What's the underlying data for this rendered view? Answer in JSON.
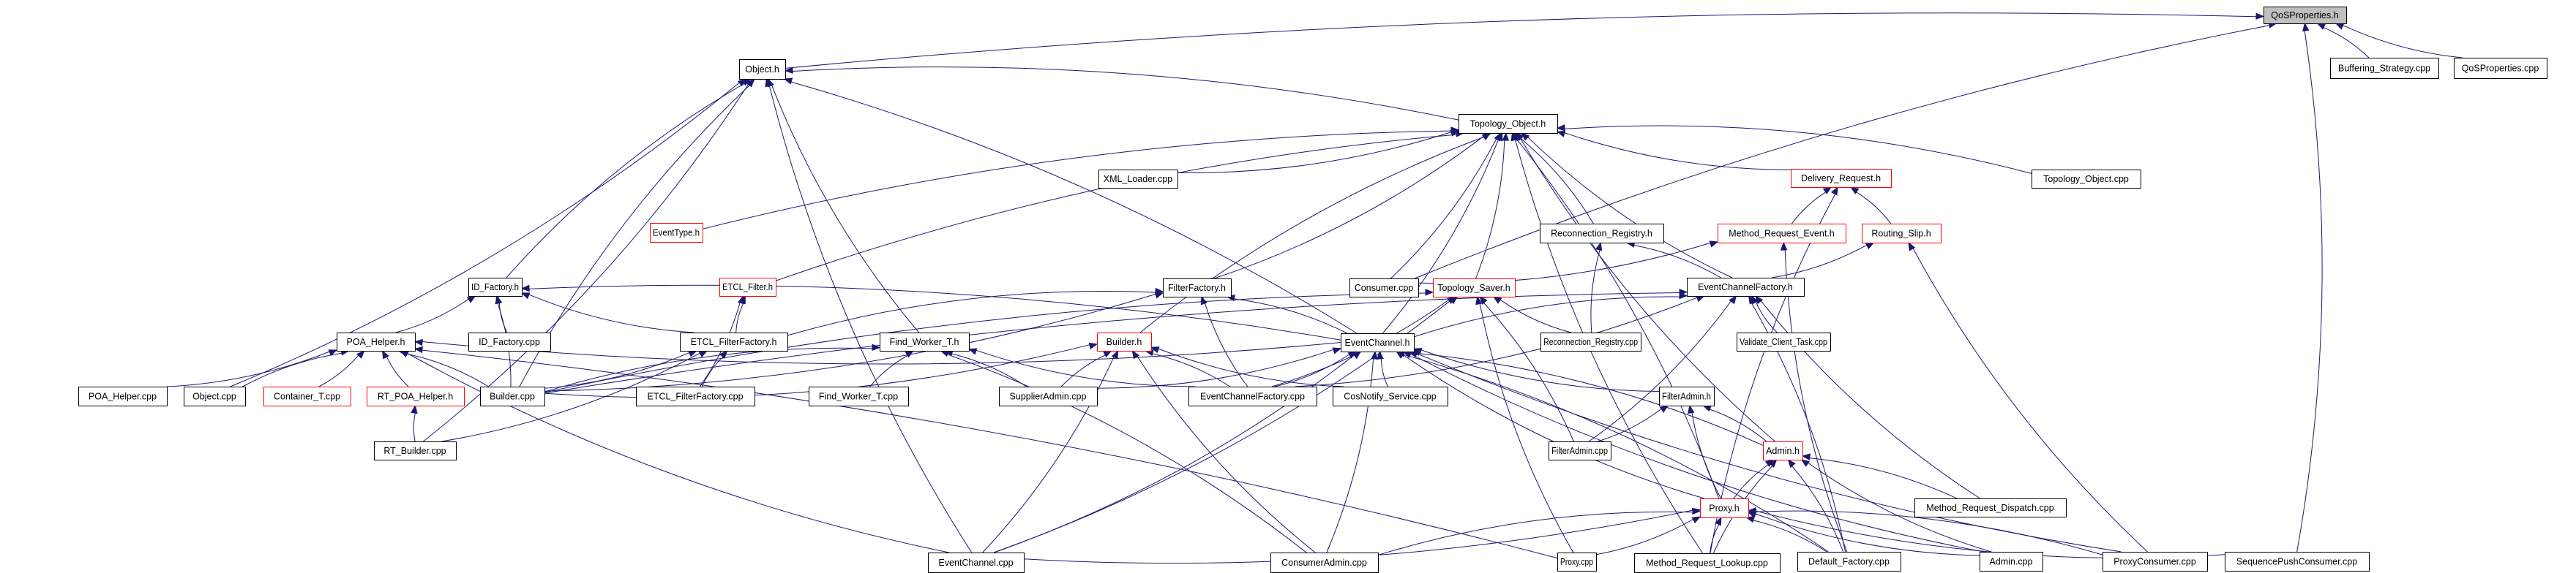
{
  "diagram": {
    "type": "include-dependency-graph",
    "colors": {
      "edge": "#191970",
      "root_fill": "#bfbfbf",
      "node_border": "#000000",
      "truncated_border": "#ff0000",
      "background": "#ffffff"
    },
    "root": "QoSProperties.h",
    "nodes": [
      {
        "id": "qosprop_h",
        "label": "QoSProperties.h",
        "style": "root"
      },
      {
        "id": "buffering_cpp",
        "label": "Buffering_Strategy.cpp",
        "style": "normal"
      },
      {
        "id": "qosprop_cpp",
        "label": "QoSProperties.cpp",
        "style": "normal"
      },
      {
        "id": "object_h",
        "label": "Object.h",
        "style": "normal"
      },
      {
        "id": "topobj_h",
        "label": "Topology_Object.h",
        "style": "normal"
      },
      {
        "id": "xml_loader_cpp",
        "label": "XML_Loader.cpp",
        "style": "normal"
      },
      {
        "id": "delivery_h",
        "label": "Delivery_Request.h",
        "style": "truncated"
      },
      {
        "id": "topobj_cpp",
        "label": "Topology_Object.cpp",
        "style": "normal"
      },
      {
        "id": "eventtype_h",
        "label": "EventType.h",
        "style": "truncated"
      },
      {
        "id": "reconn_h",
        "label": "Reconnection_Registry.h",
        "style": "normal"
      },
      {
        "id": "mre_h",
        "label": "Method_Request_Event.h",
        "style": "truncated"
      },
      {
        "id": "routing_h",
        "label": "Routing_Slip.h",
        "style": "truncated"
      },
      {
        "id": "idfactory_h",
        "label": "ID_Factory.h",
        "style": "normal"
      },
      {
        "id": "etclfilter_h",
        "label": "ETCL_Filter.h",
        "style": "truncated"
      },
      {
        "id": "filterfactory_h",
        "label": "FilterFactory.h",
        "style": "normal"
      },
      {
        "id": "consumer_cpp",
        "label": "Consumer.cpp",
        "style": "normal"
      },
      {
        "id": "toposaver_h",
        "label": "Topology_Saver.h",
        "style": "truncated"
      },
      {
        "id": "ecfactory_h",
        "label": "EventChannelFactory.h",
        "style": "normal"
      },
      {
        "id": "poahelper_h",
        "label": "POA_Helper.h",
        "style": "normal"
      },
      {
        "id": "idfactory_cpp",
        "label": "ID_Factory.cpp",
        "style": "normal"
      },
      {
        "id": "etclff_h",
        "label": "ETCL_FilterFactory.h",
        "style": "normal"
      },
      {
        "id": "findworker_h",
        "label": "Find_Worker_T.h",
        "style": "normal"
      },
      {
        "id": "builder_h",
        "label": "Builder.h",
        "style": "truncated"
      },
      {
        "id": "eventchannel_h",
        "label": "EventChannel.h",
        "style": "normal"
      },
      {
        "id": "reconn_cpp",
        "label": "Reconnection_Registry.cpp",
        "style": "normal"
      },
      {
        "id": "validate_cpp",
        "label": "Validate_Client_Task.cpp",
        "style": "normal"
      },
      {
        "id": "poahelper_cpp",
        "label": "POA_Helper.cpp",
        "style": "normal"
      },
      {
        "id": "object_cpp",
        "label": "Object.cpp",
        "style": "normal"
      },
      {
        "id": "container_cpp",
        "label": "Container_T.cpp",
        "style": "truncated"
      },
      {
        "id": "rtpoa_h",
        "label": "RT_POA_Helper.h",
        "style": "truncated"
      },
      {
        "id": "builder_cpp",
        "label": "Builder.cpp",
        "style": "normal"
      },
      {
        "id": "etclff_cpp",
        "label": "ETCL_FilterFactory.cpp",
        "style": "normal"
      },
      {
        "id": "findworker_cpp",
        "label": "Find_Worker_T.cpp",
        "style": "normal"
      },
      {
        "id": "supplieradmin_cpp",
        "label": "SupplierAdmin.cpp",
        "style": "normal"
      },
      {
        "id": "ecfactory_cpp",
        "label": "EventChannelFactory.cpp",
        "style": "normal"
      },
      {
        "id": "cosnotify_cpp",
        "label": "CosNotify_Service.cpp",
        "style": "normal"
      },
      {
        "id": "filteradmin_h",
        "label": "FilterAdmin.h",
        "style": "normal"
      },
      {
        "id": "rtbuilder_cpp",
        "label": "RT_Builder.cpp",
        "style": "normal"
      },
      {
        "id": "filteradmin_cpp",
        "label": "FilterAdmin.cpp",
        "style": "normal"
      },
      {
        "id": "admin_h",
        "label": "Admin.h",
        "style": "truncated"
      },
      {
        "id": "proxy_h",
        "label": "Proxy.h",
        "style": "truncated"
      },
      {
        "id": "mrd_cpp",
        "label": "Method_Request_Dispatch.cpp",
        "style": "normal"
      },
      {
        "id": "eventchannel_cpp",
        "label": "EventChannel.cpp",
        "style": "normal"
      },
      {
        "id": "consumeradmin_cpp",
        "label": "ConsumerAdmin.cpp",
        "style": "normal"
      },
      {
        "id": "proxy_cpp",
        "label": "Proxy.cpp",
        "style": "normal"
      },
      {
        "id": "mrl_cpp",
        "label": "Method_Request_Lookup.cpp",
        "style": "normal"
      },
      {
        "id": "defaultfactory_cpp",
        "label": "Default_Factory.cpp",
        "style": "normal"
      },
      {
        "id": "admin_cpp",
        "label": "Admin.cpp",
        "style": "normal"
      },
      {
        "id": "proxyconsumer_cpp",
        "label": "ProxyConsumer.cpp",
        "style": "normal"
      },
      {
        "id": "spc_cpp",
        "label": "SequencePushConsumer.cpp",
        "style": "normal"
      }
    ],
    "edges": [
      [
        "object_h",
        "qosprop_h"
      ],
      [
        "buffering_cpp",
        "qosprop_h"
      ],
      [
        "qosprop_cpp",
        "qosprop_h"
      ],
      [
        "spc_cpp",
        "qosprop_h"
      ],
      [
        "consumer_cpp",
        "qosprop_h"
      ],
      [
        "topobj_h",
        "object_h"
      ],
      [
        "idfactory_h",
        "object_h"
      ],
      [
        "object_cpp",
        "object_h"
      ],
      [
        "builder_cpp",
        "object_h"
      ],
      [
        "rtbuilder_cpp",
        "object_h"
      ],
      [
        "findworker_h",
        "object_h"
      ],
      [
        "eventchannel_h",
        "object_h"
      ],
      [
        "eventchannel_cpp",
        "object_h"
      ],
      [
        "xml_loader_cpp",
        "topobj_h"
      ],
      [
        "delivery_h",
        "topobj_h"
      ],
      [
        "topobj_cpp",
        "topobj_h"
      ],
      [
        "eventtype_h",
        "topobj_h"
      ],
      [
        "reconn_h",
        "topobj_h"
      ],
      [
        "ecfactory_h",
        "topobj_h"
      ],
      [
        "toposaver_h",
        "topobj_h"
      ],
      [
        "etclfilter_h",
        "topobj_h"
      ],
      [
        "filterfactory_h",
        "topobj_h"
      ],
      [
        "builder_h",
        "topobj_h"
      ],
      [
        "eventchannel_h",
        "topobj_h"
      ],
      [
        "admin_h",
        "topobj_h"
      ],
      [
        "proxy_h",
        "topobj_h"
      ],
      [
        "mrl_cpp",
        "topobj_h"
      ],
      [
        "consumer_cpp",
        "topobj_h"
      ],
      [
        "mre_h",
        "delivery_h"
      ],
      [
        "routing_h",
        "delivery_h"
      ],
      [
        "mrl_cpp",
        "delivery_h"
      ],
      [
        "ecfactory_h",
        "reconn_h"
      ],
      [
        "reconn_cpp",
        "reconn_h"
      ],
      [
        "consumer_cpp",
        "mre_h"
      ],
      [
        "defaultfactory_cpp",
        "mre_h"
      ],
      [
        "ecfactory_h",
        "routing_h"
      ],
      [
        "proxyconsumer_cpp",
        "routing_h"
      ],
      [
        "poahelper_h",
        "idfactory_h"
      ],
      [
        "idfactory_cpp",
        "idfactory_h"
      ],
      [
        "builder_cpp",
        "idfactory_h"
      ],
      [
        "etclff_h",
        "idfactory_h"
      ],
      [
        "eventchannel_h",
        "idfactory_h"
      ],
      [
        "etclff_h",
        "etclfilter_h"
      ],
      [
        "etclff_cpp",
        "etclfilter_h"
      ],
      [
        "etclff_h",
        "filterfactory_h"
      ],
      [
        "builder_cpp",
        "filterfactory_h"
      ],
      [
        "ecfactory_cpp",
        "filterfactory_h"
      ],
      [
        "eventchannel_h",
        "filterfactory_h"
      ],
      [
        "builder_cpp",
        "toposaver_h"
      ],
      [
        "ecfactory_cpp",
        "toposaver_h"
      ],
      [
        "reconn_cpp",
        "toposaver_h"
      ],
      [
        "filteradmin_cpp",
        "toposaver_h"
      ],
      [
        "proxy_cpp",
        "toposaver_h"
      ],
      [
        "eventchannel_cpp",
        "toposaver_h"
      ],
      [
        "eventchannel_h",
        "ecfactory_h"
      ],
      [
        "ecfactory_cpp",
        "ecfactory_h"
      ],
      [
        "validate_cpp",
        "ecfactory_h"
      ],
      [
        "filteradmin_cpp",
        "ecfactory_h"
      ],
      [
        "builder_cpp",
        "ecfactory_h"
      ],
      [
        "defaultfactory_cpp",
        "ecfactory_h"
      ],
      [
        "mrd_cpp",
        "ecfactory_h"
      ],
      [
        "poahelper_cpp",
        "poahelper_h"
      ],
      [
        "object_cpp",
        "poahelper_h"
      ],
      [
        "container_cpp",
        "poahelper_h"
      ],
      [
        "rtpoa_h",
        "poahelper_h"
      ],
      [
        "builder_cpp",
        "poahelper_h"
      ],
      [
        "eventchannel_cpp",
        "poahelper_h"
      ],
      [
        "proxy_cpp",
        "poahelper_h"
      ],
      [
        "eventchannel_h",
        "poahelper_h"
      ],
      [
        "builder_cpp",
        "etclff_h"
      ],
      [
        "etclff_cpp",
        "etclff_h"
      ],
      [
        "rtbuilder_cpp",
        "etclff_h"
      ],
      [
        "findworker_cpp",
        "findworker_h"
      ],
      [
        "supplieradmin_cpp",
        "findworker_h"
      ],
      [
        "ecfactory_cpp",
        "findworker_h"
      ],
      [
        "consumeradmin_cpp",
        "findworker_h"
      ],
      [
        "builder_cpp",
        "findworker_h"
      ],
      [
        "builder_cpp",
        "builder_h"
      ],
      [
        "supplieradmin_cpp",
        "builder_h"
      ],
      [
        "ecfactory_cpp",
        "builder_h"
      ],
      [
        "cosnotify_cpp",
        "builder_h"
      ],
      [
        "eventchannel_cpp",
        "builder_h"
      ],
      [
        "consumeradmin_cpp",
        "builder_h"
      ],
      [
        "ecfactory_cpp",
        "eventchannel_h"
      ],
      [
        "cosnotify_cpp",
        "eventchannel_h"
      ],
      [
        "supplieradmin_cpp",
        "eventchannel_h"
      ],
      [
        "filteradmin_h",
        "eventchannel_h"
      ],
      [
        "admin_h",
        "eventchannel_h"
      ],
      [
        "proxy_h",
        "eventchannel_h"
      ],
      [
        "consumeradmin_cpp",
        "eventchannel_h"
      ],
      [
        "admin_cpp",
        "eventchannel_h"
      ],
      [
        "defaultfactory_cpp",
        "eventchannel_h"
      ],
      [
        "proxyconsumer_cpp",
        "eventchannel_h"
      ],
      [
        "eventchannel_cpp",
        "eventchannel_h"
      ],
      [
        "rtbuilder_cpp",
        "rtpoa_h"
      ],
      [
        "filteradmin_cpp",
        "filteradmin_h"
      ],
      [
        "proxy_h",
        "filteradmin_h"
      ],
      [
        "admin_h",
        "filteradmin_h"
      ],
      [
        "proxy_h",
        "admin_h"
      ],
      [
        "mrd_cpp",
        "admin_h"
      ],
      [
        "admin_cpp",
        "admin_h"
      ],
      [
        "defaultfactory_cpp",
        "admin_h"
      ],
      [
        "mrl_cpp",
        "admin_h"
      ],
      [
        "eventchannel_cpp",
        "proxy_h"
      ],
      [
        "consumeradmin_cpp",
        "proxy_h"
      ],
      [
        "proxy_cpp",
        "proxy_h"
      ],
      [
        "mrl_cpp",
        "proxy_h"
      ],
      [
        "defaultfactory_cpp",
        "proxy_h"
      ],
      [
        "admin_cpp",
        "proxy_h"
      ],
      [
        "proxyconsumer_cpp",
        "proxy_h"
      ],
      [
        "spc_cpp",
        "proxy_h"
      ]
    ]
  }
}
